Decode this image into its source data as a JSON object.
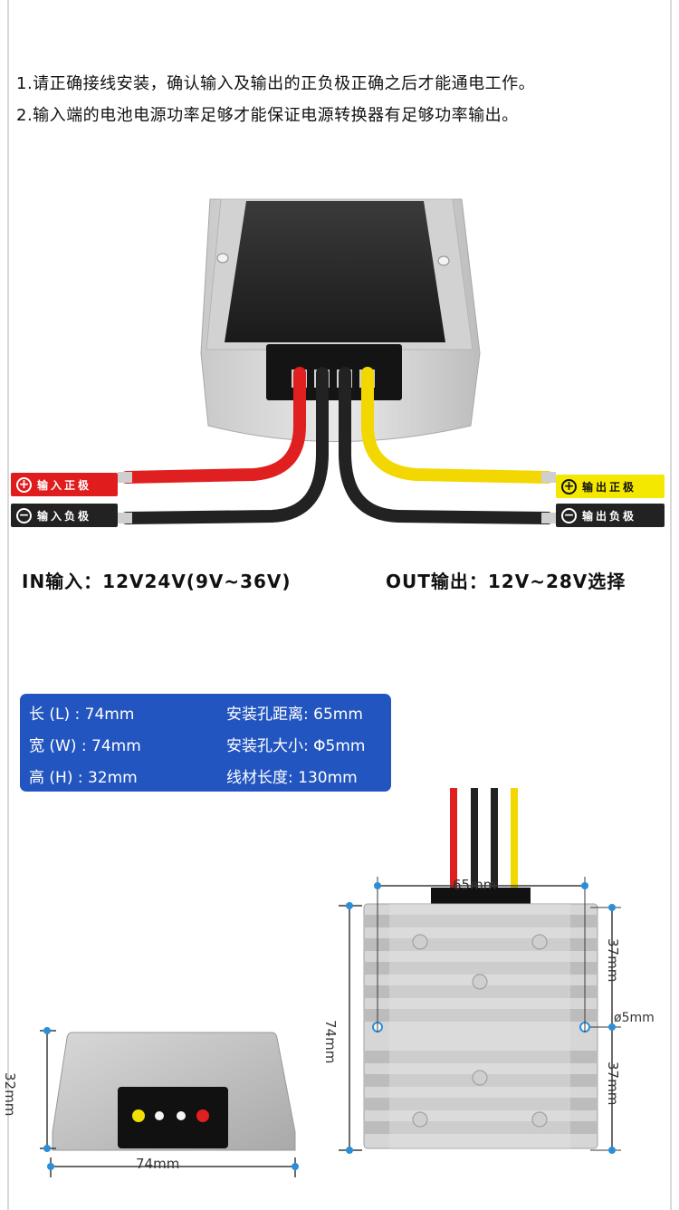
{
  "notes": [
    "1.请正确接线安装，确认输入及输出的正负极正确之后才能通电工作。",
    "2.输入端的电池电源功率足够才能保证电源转换器有足够功率输出。"
  ],
  "wire_labels": {
    "input_positive": {
      "symbol": "+",
      "text": "输入正极"
    },
    "input_negative": {
      "symbol": "−",
      "text": "输入负极"
    },
    "output_positive": {
      "symbol": "+",
      "text": "输出正极"
    },
    "output_negative": {
      "symbol": "−",
      "text": "输出负极"
    }
  },
  "io": {
    "input": "IN输入：12V24V(9V~36V)",
    "output": "OUT输出：12V~28V选择"
  },
  "specs": {
    "length": "长 (L) : 74mm",
    "width": "宽 (W) : 74mm",
    "height": "高 (H) : 32mm",
    "hole_spacing": "安装孔距离: 65mm",
    "hole_size": "安装孔大小: Φ5mm",
    "wire_length": "线材长度: 130mm"
  },
  "dimensions": {
    "side_height": "32mm",
    "side_width": "74mm",
    "top_hole_spacing": "65mm",
    "top_length": "74mm",
    "top_half_upper": "37mm",
    "top_half_lower": "37mm",
    "hole_diameter": "ø5mm"
  },
  "colors": {
    "spec_bg": "#2255bf",
    "wire_red": "#e02020",
    "wire_black": "#222222",
    "wire_yellow": "#f2d800",
    "label_red_bg": "#e11c1c",
    "label_dark_bg": "#222222",
    "label_yellow_bg": "#f5e800",
    "dim_line": "#3a3a3a",
    "dim_dot": "#2a8fd8"
  }
}
